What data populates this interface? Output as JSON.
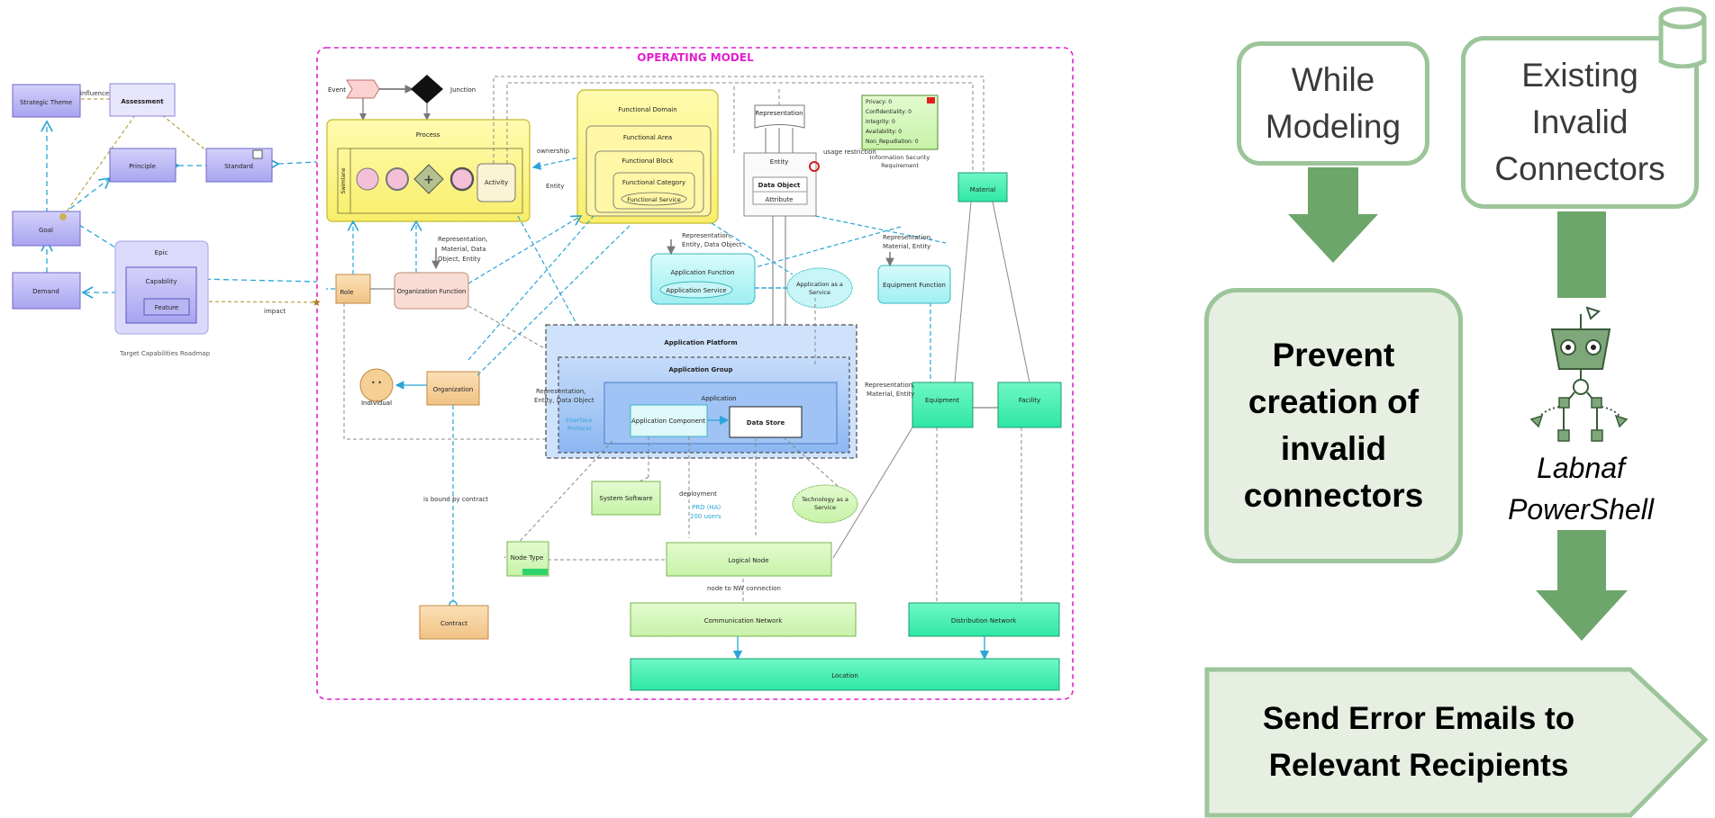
{
  "operating_model": {
    "title": "OPERATING MODEL",
    "left_elements": {
      "strategic_theme": "Strategic Theme",
      "influences": "influences",
      "assessment": "Assessment",
      "principle": "Principle",
      "standard": "Standard",
      "goal": "Goal",
      "epic": "Epic",
      "capability": "Capability",
      "feature": "Feature",
      "demand": "Demand",
      "roadmap": "Target Capabilities Roadmap",
      "impact": "impact"
    },
    "process_area": {
      "event": "Event",
      "junction": "Junction",
      "process": "Process",
      "swimlane": "Swimlane",
      "activity": "Activity",
      "ownership": "ownership",
      "entity_small": "Entity"
    },
    "functional": {
      "domain": "Functional Domain",
      "area": "Functional Area",
      "block": "Functional Block",
      "category": "Functional Category",
      "service": "Functional Service"
    },
    "data": {
      "representation": "Representation",
      "entity": "Entity",
      "data_object": "Data Object",
      "attribute": "Attribute",
      "usage_restriction": "usage restriction"
    },
    "security": {
      "privacy": "Privacy: 0",
      "confidentiality": "Confidentiality: 0",
      "integrity": "Integrity: 0",
      "availability": "Availability: 0",
      "non_repudiation": "Non_Repudiation: 0",
      "caption_1": "Information Security",
      "caption_2": "Requirement"
    },
    "middle": {
      "rep_mat_1": "Representation,",
      "rep_mat_2": "Material, Data",
      "rep_mat_3": "Object, Entity",
      "rep_ent_1": "Representation,",
      "rep_ent_2": "Entity, Data Object",
      "rep_eq_1": "Representation,",
      "rep_eq_2": "Material, Entity",
      "role": "Role",
      "org_function": "Organization Function",
      "individual": "Individual",
      "organization": "Organization",
      "bound": "is bound by contract",
      "contract": "Contract",
      "app_function": "Application Function",
      "app_service": "Application Service",
      "app_as_service_1": "Application as a",
      "app_as_service_2": "Service",
      "equipment_function": "Equipment Function",
      "material": "Material"
    },
    "platform": {
      "platform": "Application Platform",
      "group": "Application Group",
      "application": "Application",
      "rep_left_1": "Representation,",
      "rep_left_2": "Entity, Data Object",
      "interface_1": "Interface",
      "interface_2": "Protocol",
      "component": "Application Component",
      "data_store": "Data Store"
    },
    "infra": {
      "rep_right_1": "Representation,",
      "rep_right_2": "Material, Entity",
      "equipment": "Equipment",
      "facility": "Facility",
      "system_software": "System Software",
      "deployment": "deployment",
      "prd_1": "PRD (HA)",
      "prd_2": "200 users",
      "tech_service_1": "Technology as a",
      "tech_service_2": "Service",
      "node_type": "Node Type",
      "logical_node": "Logical Node",
      "node_nw": "node to NW connection",
      "comm_network": "Communication Network",
      "dist_network": "Distribution Network",
      "location": "Location"
    }
  },
  "flow": {
    "while_modeling_1": "While",
    "while_modeling_2": "Modeling",
    "existing_1": "Existing",
    "existing_2": "Invalid",
    "existing_3": "Connectors",
    "prevent_1": "Prevent",
    "prevent_2": "creation of",
    "prevent_3": "invalid",
    "prevent_4": "connectors",
    "tool_1": "Labnaf",
    "tool_2": "PowerShell",
    "send_1": "Send Error Emails to",
    "send_2": "Relevant Recipients"
  },
  "colors": {
    "accent_green": "#6da66a",
    "box_border": "#9dc59a",
    "soft_fill": "#e6efe2",
    "magenta": "#e020d0",
    "strategy": "#b9b5f3",
    "process_yellow": "#fbf48c",
    "app_cyan": "#b7f6f6",
    "tech_green": "#3ef0b0",
    "org_orange": "#f6cf97"
  }
}
